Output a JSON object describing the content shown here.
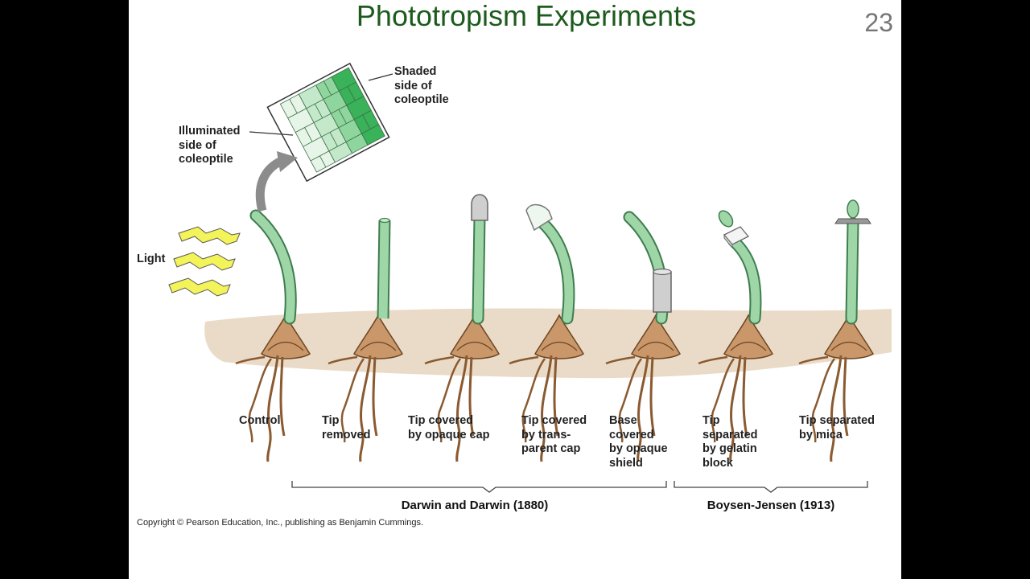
{
  "slide": {
    "title": "Phototropism Experiments",
    "number": "23"
  },
  "figure": {
    "light_label": "Light",
    "inset": {
      "shaded_label": "Shaded\nside of\ncoleoptile",
      "illuminated_label": "Illuminated\nside of\ncoleoptile"
    },
    "experiments": [
      {
        "label": "Control"
      },
      {
        "label": "Tip\nremoved"
      },
      {
        "label": "Tip covered\nby opaque cap"
      },
      {
        "label": "Tip covered\nby trans-\nparent cap"
      },
      {
        "label": "Base\ncovered\nby opaque\nshield"
      },
      {
        "label": "Tip\nseparated\nby gelatin\nblock"
      },
      {
        "label": "Tip separated\nby mica"
      }
    ],
    "groups": [
      {
        "label": "Darwin and Darwin (1880)"
      },
      {
        "label": "Boysen-Jensen (1913)"
      }
    ],
    "copyright": "Copyright © Pearson Education, Inc., publishing as Benjamin Cummings.",
    "colors": {
      "shoot": "#9fd6a8",
      "shoot_outline": "#3e7d4e",
      "seed": "#c9976a",
      "soil": "#eadbc8",
      "light_bolt": "#f3f35a",
      "title": "#1d5b1d"
    }
  }
}
